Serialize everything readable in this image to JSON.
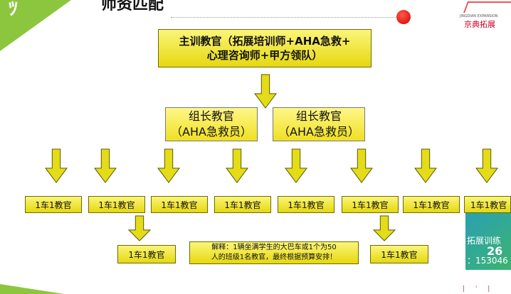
{
  "page": {
    "title": "师资匹配"
  },
  "main_box": {
    "line1": "主训教官（拓展培训师+AHA急救+",
    "line2": "心理咨询师+甲方领队）"
  },
  "leaders": [
    {
      "line1": "组长教官",
      "line2": "（AHA急救员）"
    },
    {
      "line1": "组长教官",
      "line2": "（AHA急救员）"
    }
  ],
  "instructor_label": "1车1教官",
  "note": {
    "line1": "解释：1辆坐满学生的大巴车或1个为50",
    "line2": "人的班级1名教官，最终根据预算安排！"
  },
  "logo": {
    "top": "JINGDIAN EXPANSION",
    "name": "京典拓展"
  },
  "side_panel": {
    "line1": "拓展训练",
    "line2": "26",
    "line3": "：153046"
  },
  "colors": {
    "box_fill": "#f2e73a",
    "arrow": "#e4dc18",
    "accent": "#8cc63f",
    "dot": "#e00000"
  }
}
